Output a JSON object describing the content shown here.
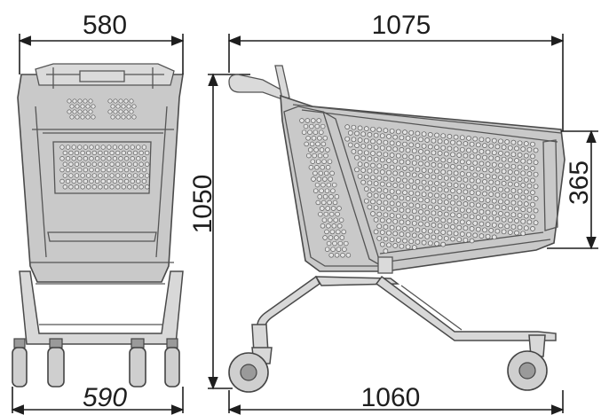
{
  "dimensions": {
    "front_top_width": "580",
    "front_bottom_width": "590",
    "side_top_length": "1075",
    "side_bottom_length": "1060",
    "overall_height": "1050",
    "basket_depth": "365"
  },
  "colors": {
    "line": "#1e1e1e",
    "body": "#c9c9c9",
    "edge": "#4a4a4a",
    "hole": "#e4e4e4"
  }
}
